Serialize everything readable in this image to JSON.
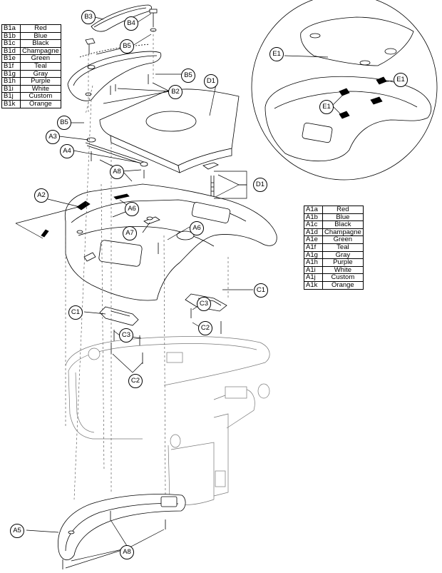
{
  "legend_b": [
    {
      "code": "B1a",
      "color": "Red"
    },
    {
      "code": "B1b",
      "color": "Blue"
    },
    {
      "code": "B1c",
      "color": "Black"
    },
    {
      "code": "B1d",
      "color": "Champagne"
    },
    {
      "code": "B1e",
      "color": "Green"
    },
    {
      "code": "B1f",
      "color": "Teal"
    },
    {
      "code": "B1g",
      "color": "Gray"
    },
    {
      "code": "B1h",
      "color": "Purple"
    },
    {
      "code": "B1i",
      "color": "White"
    },
    {
      "code": "B1j",
      "color": "Custom"
    },
    {
      "code": "B1k",
      "color": "Orange"
    }
  ],
  "legend_a": [
    {
      "code": "A1a",
      "color": "Red"
    },
    {
      "code": "A1b",
      "color": "Blue"
    },
    {
      "code": "A1c",
      "color": "Black"
    },
    {
      "code": "A1d",
      "color": "Champagne"
    },
    {
      "code": "A1e",
      "color": "Green"
    },
    {
      "code": "A1f",
      "color": "Teal"
    },
    {
      "code": "A1g",
      "color": "Gray"
    },
    {
      "code": "A1h",
      "color": "Purple"
    },
    {
      "code": "A1i",
      "color": "White"
    },
    {
      "code": "A1j",
      "color": "Custom"
    },
    {
      "code": "A1k",
      "color": "Orange"
    }
  ],
  "callouts": {
    "b3": "B3",
    "b4": "B4",
    "b5_top": "B5",
    "b5_right": "B5",
    "b2": "B2",
    "b5_left": "B5",
    "d1_top": "D1",
    "d1_right": "D1",
    "a3": "A3",
    "a4": "A4",
    "a8_mid": "A8",
    "a2": "A2",
    "a6_left": "A6",
    "a7": "A7",
    "a6_right": "A6",
    "c1_right": "C1",
    "c3_right": "C3",
    "c2_right": "C2",
    "c1_left": "C1",
    "c3_left": "C3",
    "c2_left": "C2",
    "a5": "A5",
    "a8_bottom": "A8",
    "e1_left": "E1",
    "e1_right": "E1",
    "e1_mid": "E1"
  },
  "line_color": "#000000"
}
